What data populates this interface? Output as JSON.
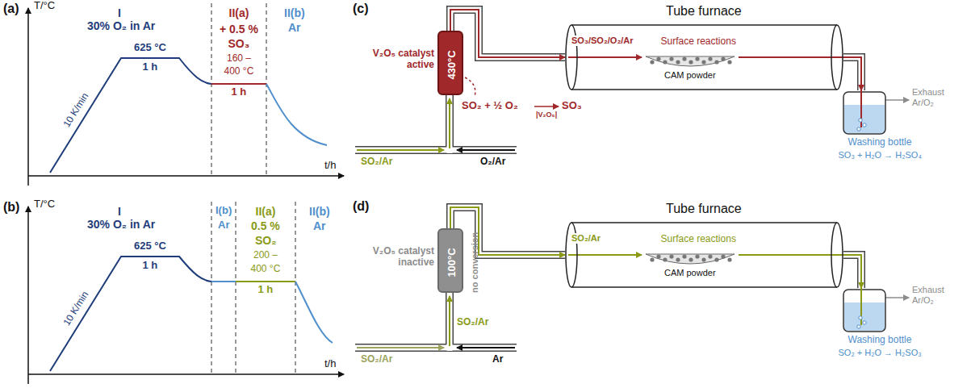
{
  "diagram": {
    "nodes": [
      {
        "text": [
          "V₂O₅ catalyst active",
          "430°C"
        ]
      },
      {
        "text": [
          "Tube furnace",
          "Surface reactions",
          "CAM powder"
        ]
      },
      {
        "text": [
          "Washing bottle",
          "SO₃ + H₂O → H₂SO₄"
        ]
      },
      {
        "text": [
          "V₂O₅ catalyst inactive",
          "100°C",
          "no conversion"
        ]
      },
      {
        "text": [
          "Tube furnace",
          "Surface reactions",
          "CAM powder"
        ]
      },
      {
        "text": [
          "Washing bottle",
          "SO₂ + H₂O → H₂SO₃"
        ]
      }
    ],
    "edges": [
      {
        "from": 0,
        "to": 1,
        "arrow": "to",
        "label": "SO₃/SO₂/O₂/Ar"
      },
      {
        "from": 1,
        "to": 2,
        "arrow": "to"
      },
      {
        "from": 3,
        "to": 4,
        "arrow": "to",
        "label": "SO₂/Ar"
      },
      {
        "from": 4,
        "to": 5,
        "arrow": "to"
      }
    ],
    "labels": [
      "(a)",
      "T/°C",
      "I",
      "30% O₂ in Ar",
      "625 °C",
      "1 h",
      "10 K/min",
      "II(a)",
      "+ 0.5 %",
      "SO₃",
      "160 –",
      "400 °C",
      "1 h",
      "II(b)",
      "Ar",
      "t/h",
      "(b)",
      "T/°C",
      "I",
      "30% O₂ in Ar",
      "625 °C",
      "1 h",
      "10 K/min",
      "I(b)",
      "Ar",
      "II(a)",
      "0.5 %",
      "SO₂",
      "200 –",
      "400 °C",
      "1 h",
      "II(b)",
      "Ar",
      "t/h",
      "(c)",
      "SO₂ + ½ O₂",
      "|V₂O₅|",
      "SO₃",
      "SO₂/Ar",
      "O₂/Ar",
      "Exhaust Ar/O₂",
      "(d)",
      "SO₂/Ar",
      "Ar",
      "SO₂/Ar",
      "Exhaust Ar/O₂"
    ]
  }
}
